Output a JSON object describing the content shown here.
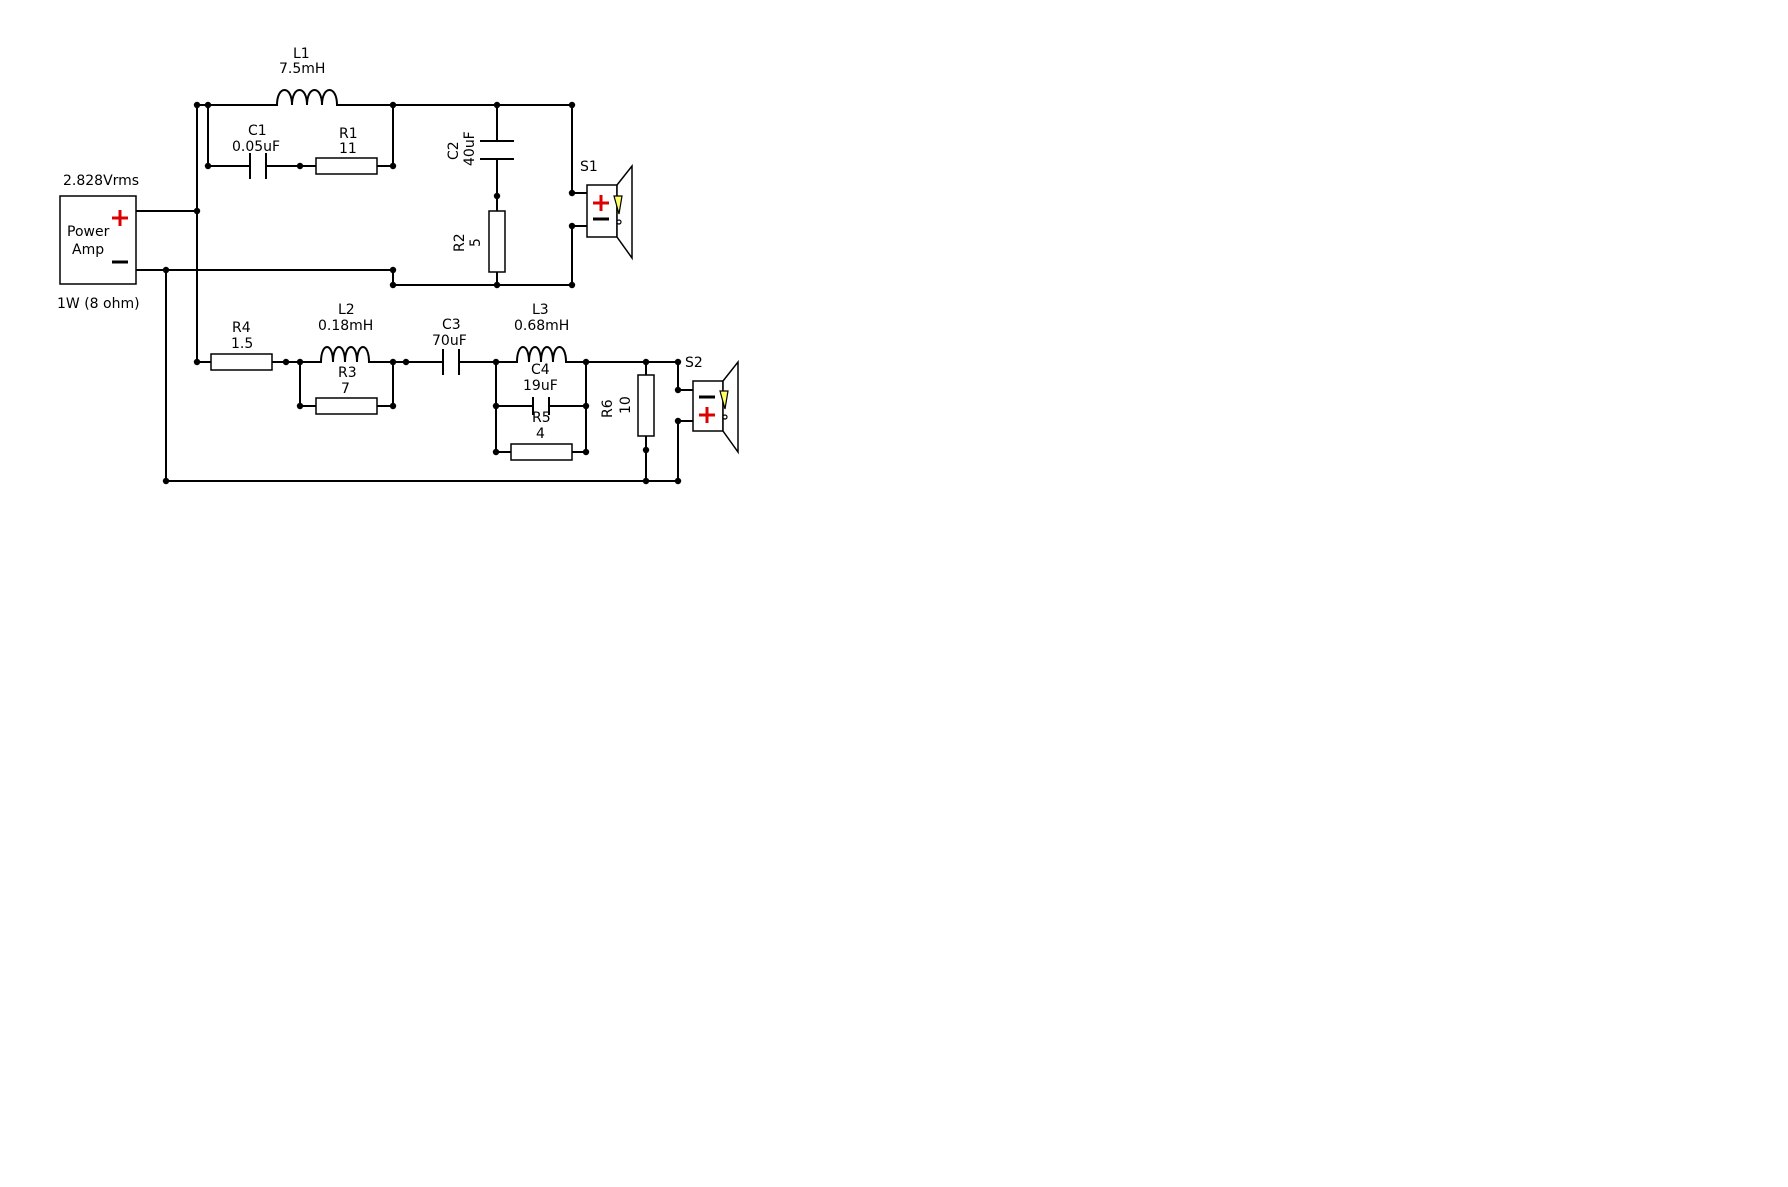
{
  "amp": {
    "voltage": "2.828Vrms",
    "label_line1": "Power",
    "label_line2": "Amp",
    "rating": "1W (8 ohm)",
    "plus_sign": "+",
    "minus_sign": "−"
  },
  "components": {
    "L1": {
      "ref": "L1",
      "value": "7.5mH"
    },
    "C1": {
      "ref": "C1",
      "value": "0.05uF"
    },
    "R1": {
      "ref": "R1",
      "value": "11"
    },
    "C2": {
      "ref": "C2",
      "value": "40uF"
    },
    "R2": {
      "ref": "R2",
      "value": "5"
    },
    "R4": {
      "ref": "R4",
      "value": "1.5"
    },
    "L2": {
      "ref": "L2",
      "value": "0.18mH"
    },
    "R3": {
      "ref": "R3",
      "value": "7"
    },
    "C3": {
      "ref": "C3",
      "value": "70uF"
    },
    "L3": {
      "ref": "L3",
      "value": "0.68mH"
    },
    "C4": {
      "ref": "C4",
      "value": "19uF"
    },
    "R5": {
      "ref": "R5",
      "value": "4"
    },
    "R6": {
      "ref": "R6",
      "value": "10"
    }
  },
  "speakers": {
    "S1": {
      "ref": "S1"
    },
    "S2": {
      "ref": "S2"
    }
  },
  "colors": {
    "polarity": "#dd0000",
    "cone_mark": "#ffff66",
    "wire": "#000000"
  }
}
